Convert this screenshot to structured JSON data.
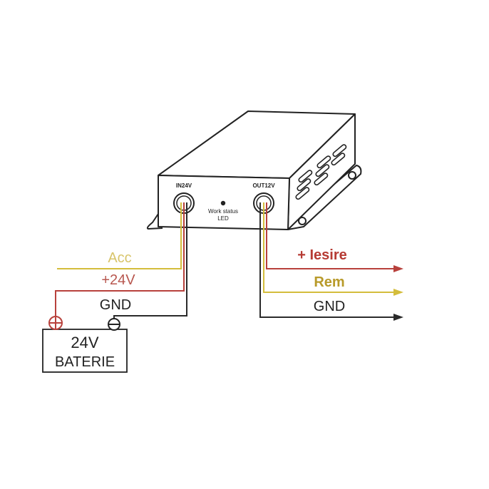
{
  "device": {
    "input_port_label": "IN24V",
    "output_port_label": "OUT12V",
    "led_label_line1": "Work status",
    "led_label_line2": "LED"
  },
  "input_wires": {
    "acc_label": "Acc",
    "plus24_label": "+24V",
    "gnd_label": "GND"
  },
  "output_wires": {
    "plus_out_label": "+ Iesire",
    "rem_label": "Rem",
    "gnd_label": "GND"
  },
  "battery": {
    "voltage_label": "24V",
    "name_label": "BATERIE"
  },
  "colors": {
    "yellow": "#d4bd3c",
    "red": "#b8413c",
    "black": "#2a2a2a",
    "acc_text": "#d8c46a",
    "plus24_text": "#b8574f",
    "rem_text": "#b89a2a",
    "plus_out_text": "#b63a33"
  }
}
